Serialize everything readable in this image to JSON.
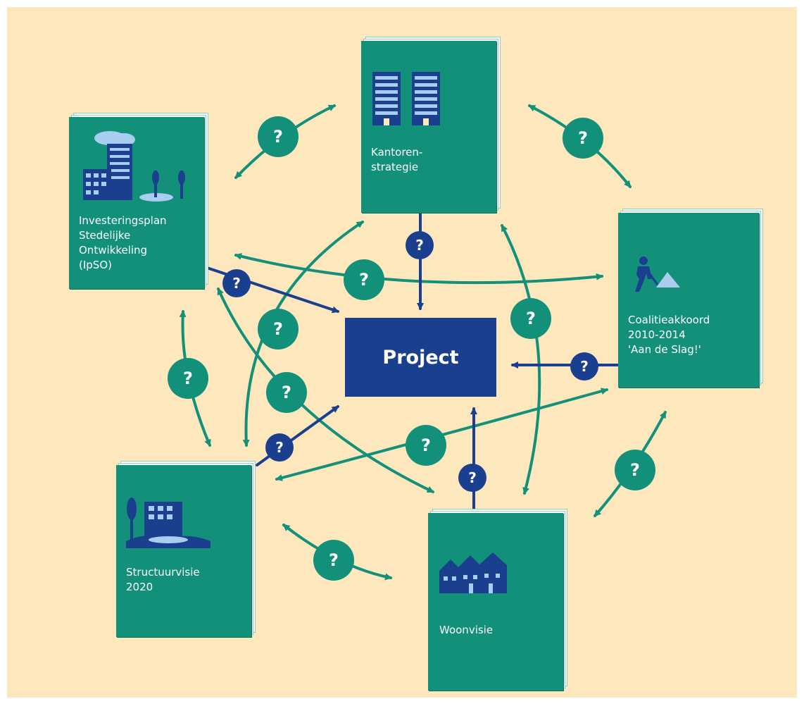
{
  "colors": {
    "background": "#fde8bd",
    "book_green": "#139079",
    "project_blue": "#1b3f8f",
    "text": "#ffffff"
  },
  "project": {
    "label": "Project"
  },
  "question_mark": "?",
  "documents": {
    "kantorenstrategie": {
      "title": "Kantoren-\nstrategie",
      "icon": "office-buildings-icon"
    },
    "ipso": {
      "title": "Investeringsplan\nStedelijke\nOntwikkeling\n(IpSO)",
      "icon": "city-skyline-icon"
    },
    "coalitieakkoord": {
      "title": "Coalitieakkoord\n2010-2014\n'Aan de Slag!'",
      "icon": "worker-digging-icon"
    },
    "structuurvisie": {
      "title": "Structuurvisie\n2020",
      "icon": "building-park-icon"
    },
    "woonvisie": {
      "title": "Woonvisie",
      "icon": "houses-icon"
    }
  }
}
